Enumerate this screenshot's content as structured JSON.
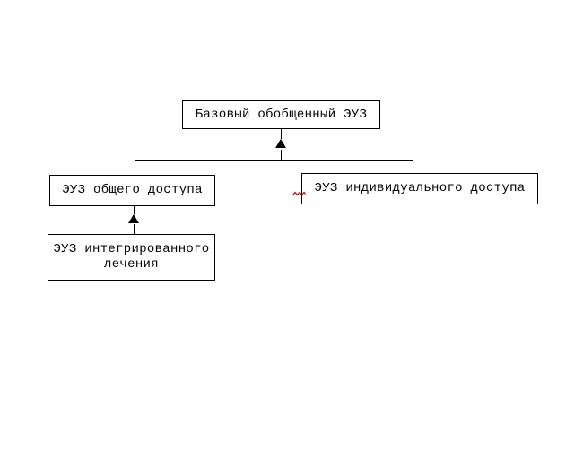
{
  "diagram": {
    "nodes": {
      "root": {
        "label": "Базовый обобщенный ЭУЗ"
      },
      "general_access": {
        "label": "ЭУЗ общего доступа"
      },
      "individual_access": {
        "label": "ЭУЗ индивидуального доступа"
      },
      "integrated_treatment": {
        "label": "ЭУЗ интегрированного лечения"
      }
    },
    "edges": [
      {
        "from": "general_access",
        "to": "root",
        "type": "generalization"
      },
      {
        "from": "individual_access",
        "to": "root",
        "type": "generalization"
      },
      {
        "from": "integrated_treatment",
        "to": "general_access",
        "type": "generalization"
      }
    ],
    "colors": {
      "background": "#ffffff",
      "box_border": "#000000",
      "text": "#000000",
      "connector": "#000000",
      "arrow": "#000000",
      "squiggle": "#c00000"
    }
  }
}
